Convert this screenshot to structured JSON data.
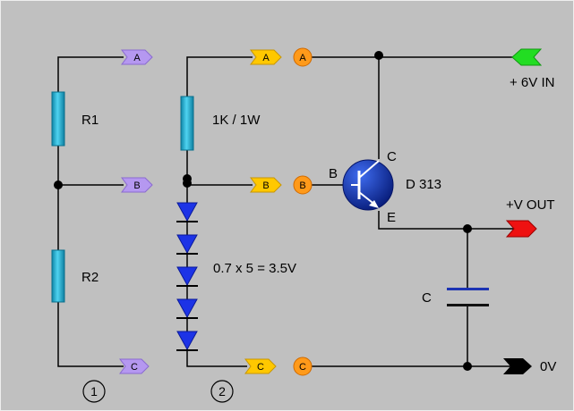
{
  "circuit_1": {
    "resistor_top": "R1",
    "resistor_bottom": "R2",
    "connectors": [
      "A",
      "B",
      "C"
    ],
    "number": "1"
  },
  "circuit_2": {
    "resistor": "1K / 1W",
    "connectors": [
      "A",
      "B",
      "C"
    ],
    "diode_string": "0.7 x 5  = 3.5V",
    "number": "2"
  },
  "regulator": {
    "nodes": [
      "A",
      "B",
      "C"
    ],
    "transistor": "D 313",
    "pin_base": "B",
    "pin_collector": "C",
    "pin_emitter": "E",
    "capacitor": "C",
    "input": "+ 6V IN",
    "output": "+V OUT",
    "ground": "0V"
  },
  "colors": {
    "background": "#c0c0c0",
    "wire": "#000000",
    "resistor": "#19b3d6",
    "diode": "#1c33e6",
    "transistor": "#0d2ba8",
    "capacitor": "#1c33b3",
    "connector_purple": "#b598f0",
    "connector_yellow": "#ffc800",
    "node_orange": "#ff9a1a",
    "input_arrow": "#22dd22",
    "output_arrow": "#ee1111",
    "ground_arrow": "#000000"
  }
}
